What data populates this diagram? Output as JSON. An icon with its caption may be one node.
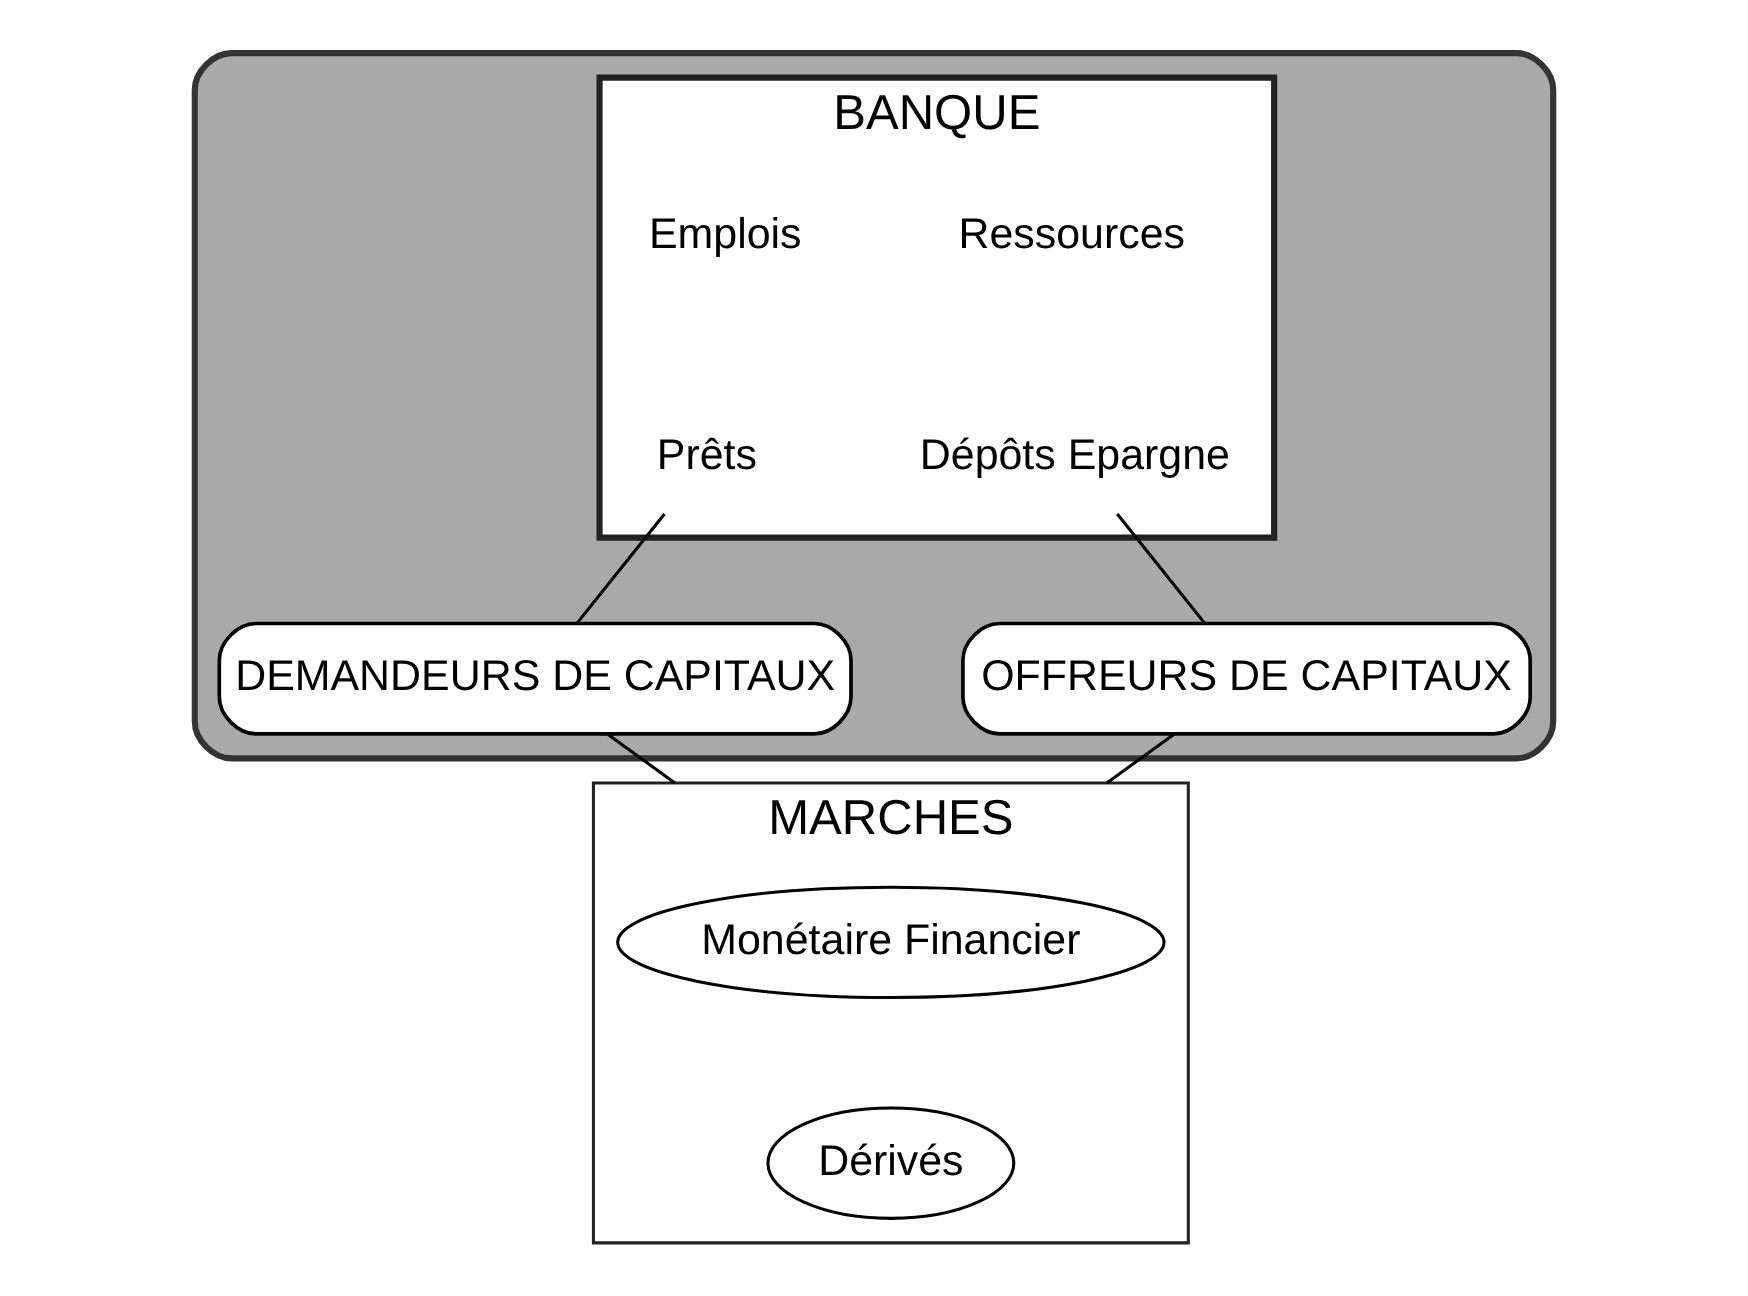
{
  "diagram": {
    "nodes": [
      {
        "text": [],
        "shape": "box"
      },
      {
        "text": [
          "BANQUE"
        ],
        "in": 0
      },
      {
        "text": [
          "Prêts"
        ],
        "in": 1
      },
      {
        "text": [
          "Dépôts Epargne"
        ],
        "in": 1
      },
      {
        "text": [
          "DEMANDEURS DE CAPITAUX"
        ],
        "in": 0
      },
      {
        "text": [
          "OFFREURS DE CAPITAUX"
        ],
        "in": 0
      },
      {
        "text": [
          "MARCHES"
        ]
      },
      {
        "text": [
          "Monétaire Financier"
        ],
        "in": 6
      },
      {
        "text": [
          "Dérivés"
        ],
        "in": 6
      }
    ],
    "edges": [
      {
        "from": 2,
        "to": 4,
        "arrow": "none"
      },
      {
        "from": 3,
        "to": 5,
        "arrow": "none"
      },
      {
        "from": 4,
        "to": 6,
        "arrow": "none"
      },
      {
        "from": 5,
        "to": 6,
        "arrow": "none"
      }
    ],
    "labels": [
      "Emplois",
      "Ressources"
    ]
  }
}
